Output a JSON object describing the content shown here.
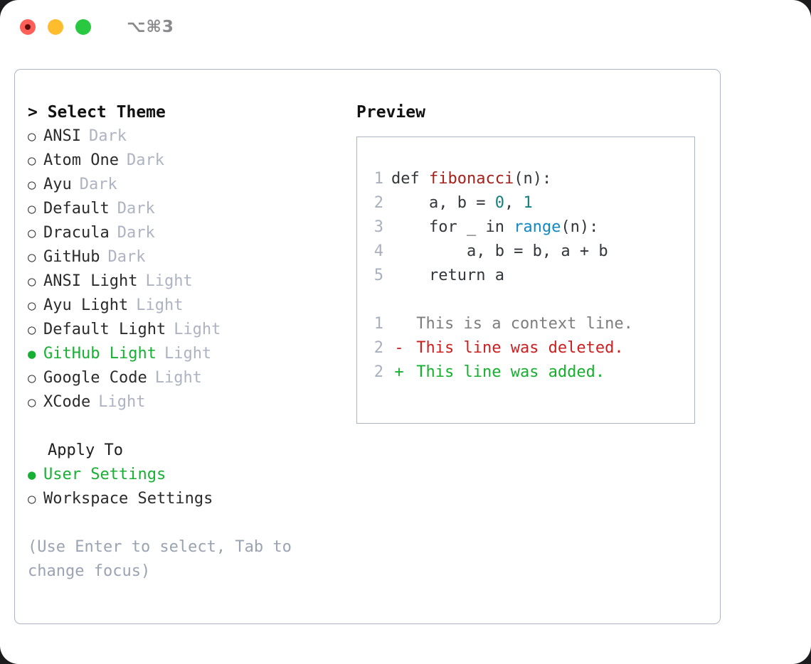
{
  "window": {
    "shortcut": "⌥⌘3",
    "traffic_lights": [
      {
        "name": "close",
        "color": "#ff5f57"
      },
      {
        "name": "minimize",
        "color": "#ffbd2e"
      },
      {
        "name": "maximize",
        "color": "#28c840"
      }
    ]
  },
  "theme_picker": {
    "header": "> Select Theme",
    "items": [
      {
        "bullet": "○",
        "name": "ANSI",
        "kind": "Dark",
        "selected": false
      },
      {
        "bullet": "○",
        "name": "Atom One",
        "kind": "Dark",
        "selected": false
      },
      {
        "bullet": "○",
        "name": "Ayu",
        "kind": "Dark",
        "selected": false
      },
      {
        "bullet": "○",
        "name": "Default",
        "kind": "Dark",
        "selected": false
      },
      {
        "bullet": "○",
        "name": "Dracula",
        "kind": "Dark",
        "selected": false
      },
      {
        "bullet": "○",
        "name": "GitHub",
        "kind": "Dark",
        "selected": false
      },
      {
        "bullet": "○",
        "name": "ANSI Light",
        "kind": "Light",
        "selected": false
      },
      {
        "bullet": "○",
        "name": "Ayu Light",
        "kind": "Light",
        "selected": false
      },
      {
        "bullet": "○",
        "name": "Default Light",
        "kind": "Light",
        "selected": false
      },
      {
        "bullet": "●",
        "name": "GitHub Light",
        "kind": "Light",
        "selected": true
      },
      {
        "bullet": "○",
        "name": "Google Code",
        "kind": "Light",
        "selected": false
      },
      {
        "bullet": "○",
        "name": "XCode",
        "kind": "Light",
        "selected": false
      }
    ]
  },
  "apply_to": {
    "label": "Apply To",
    "options": [
      {
        "bullet": "●",
        "name": "User Settings",
        "selected": true
      },
      {
        "bullet": "○",
        "name": "Workspace Settings",
        "selected": false
      }
    ]
  },
  "hint": "(Use Enter to select, Tab to change focus)",
  "preview": {
    "title": "Preview",
    "code_lines": [
      {
        "lineno": "1",
        "tokens": [
          {
            "text": "def ",
            "type": "plain"
          },
          {
            "text": "fibonacci",
            "type": "fn"
          },
          {
            "text": "(n):",
            "type": "plain"
          }
        ]
      },
      {
        "lineno": "2",
        "tokens": [
          {
            "text": "    a, b = ",
            "type": "plain"
          },
          {
            "text": "0",
            "type": "num"
          },
          {
            "text": ", ",
            "type": "plain"
          },
          {
            "text": "1",
            "type": "num"
          }
        ]
      },
      {
        "lineno": "3",
        "tokens": [
          {
            "text": "    for _ in ",
            "type": "plain"
          },
          {
            "text": "range",
            "type": "call"
          },
          {
            "text": "(n):",
            "type": "plain"
          }
        ]
      },
      {
        "lineno": "4",
        "tokens": [
          {
            "text": "        a, b = b, a + b",
            "type": "plain"
          }
        ]
      },
      {
        "lineno": "5",
        "tokens": [
          {
            "text": "    return a",
            "type": "plain"
          }
        ]
      }
    ],
    "diff_lines": [
      {
        "lineno": "1",
        "sign": " ",
        "text": " This is a context line.",
        "type": "ctx"
      },
      {
        "lineno": "2",
        "sign": "-",
        "text": " This line was deleted.",
        "type": "del"
      },
      {
        "lineno": "2",
        "sign": "+",
        "text": " This line was added.",
        "type": "add"
      }
    ]
  },
  "colors": {
    "accent_green": "#17b033",
    "muted": "#adb3c0",
    "border": "#adb5c4",
    "syntax_function": "#a6201c",
    "syntax_number": "#13807f",
    "syntax_call": "#1189c9",
    "diff_deleted": "#cc2020",
    "diff_added": "#16b02e",
    "diff_context": "#7d7d7d"
  }
}
